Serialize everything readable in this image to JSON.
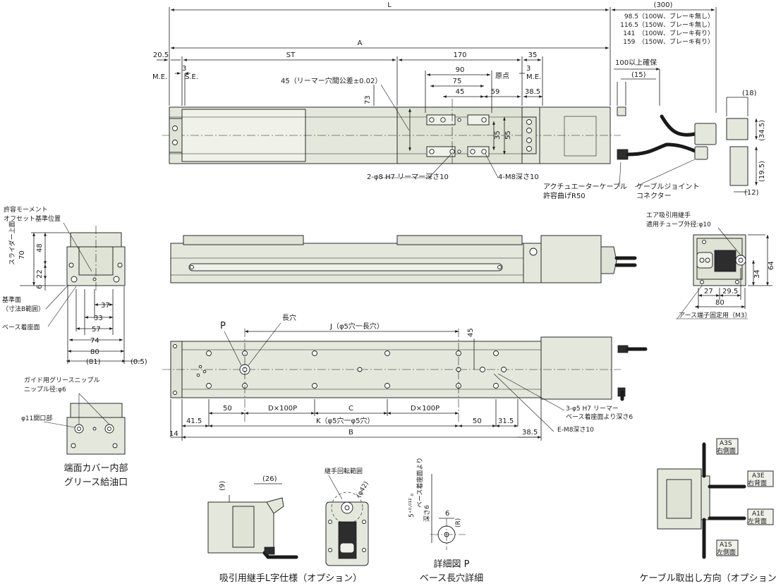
{
  "top_view": {
    "L": "L",
    "dim_300": "(300)",
    "motor_notes": [
      "98.5（100W、ブレーキ無し）",
      "116.5（150W、ブレーキ無し）",
      "141　（100W、ブレーキ有り）",
      "159　（150W、ブレーキ有り）"
    ],
    "A": "A",
    "d20_5": "20.5",
    "ST": "ST",
    "d170": "170",
    "d35": "35",
    "cable_space": "100以上確保",
    "me_left": "M.E.",
    "d3_left": "3",
    "se": "S.E.",
    "d90": "90",
    "origin": "原点",
    "d3_right": "3",
    "me_right": "M.E.",
    "d15": "(15)",
    "reamer_pitch": "45（リーマー穴間公差±0.02）",
    "d75": "75",
    "d45": "45",
    "d59": "59",
    "d38_5": "38.5",
    "d73": "73",
    "d35v": "35",
    "d55v": "55",
    "d18": "(18)",
    "d34_5": "(34.5)",
    "d19_5": "(19.5)",
    "d12": "(12)",
    "reamer_hole": "2-φ8 H7 リーマー深さ10",
    "tap_hole": "4-M8深さ10",
    "actuator_cable": "アクチュエーターケーブル",
    "bend_radius": "許容曲げR50",
    "cable_joint": "ケーブルジョイント",
    "connector": "コネクター"
  },
  "left_view": {
    "moment_ref": "許容モーメント",
    "offset_ref": "オフセット基準位置",
    "slider_top": "スライダー上面",
    "d70": "70",
    "d48": "48",
    "d22": "22",
    "d6": "6",
    "ref_surface": "基準面",
    "ref_range": "（寸法B範囲）",
    "base_seat": "ベース着座面",
    "d37": "37",
    "d33": "33",
    "d57": "57",
    "d74": "74",
    "d80": "80",
    "d81": "(81)",
    "d0_5": "(0.5)"
  },
  "right_view": {
    "air_joint": "エア吸引用継手",
    "tube_od": "適用チューブ外径:φ10",
    "d34": "34",
    "d64": "64",
    "d27": "27",
    "d29_5": "29.5",
    "d80": "80",
    "earth": "アース端子固定用（M3）"
  },
  "bottom_view": {
    "P": "P",
    "slot": "長穴",
    "J": "J（φ5穴一長穴）",
    "d45": "45",
    "d50a": "50",
    "dx100p_a": "D×100P",
    "C": "C",
    "dx100p_b": "D×100P",
    "d41_5": "41.5",
    "K": "K（φ5穴一φ5穴）",
    "d50b": "50",
    "d31_5": "31.5",
    "d14": "14",
    "B": "B",
    "d38_5": "38.5",
    "reamer3": "3-φ5 H7 リーマー",
    "reamer3b": "ベース着座面より深さ6",
    "tapE": "E-M8深さ10"
  },
  "end_cover": {
    "grease_nipple": "ガイド用グリースニップル",
    "nipple_dia": "ニップル径:φ6",
    "opening": "φ11開口部",
    "title1": "端面カバー内部",
    "title2": "グリース給油口"
  },
  "suction_l": {
    "d9": "(9)",
    "d26": "(26)",
    "title": "吸引用継手L字仕様（オプション）"
  },
  "joint_rotation": {
    "label": "継手回転範囲",
    "d42": "(φ42)"
  },
  "detail_p": {
    "depth_label": "5⁺⁰·⁰¹² ₀",
    "depth_note": "ベース着座面より",
    "depth6": "深さ6",
    "d6": "6",
    "r": "(R)",
    "title1": "詳細図 P",
    "title2": "ベース長穴詳細"
  },
  "cable_option": {
    "a3s": "A3S",
    "a3s_side": "右側面",
    "a3e": "A3E",
    "a3e_side": "右背面",
    "a1e": "A1E",
    "a1e_side": "左背面",
    "a1s": "A1S",
    "a1s_side": "左側面",
    "title": "ケーブル取出し方向（オプション）"
  }
}
